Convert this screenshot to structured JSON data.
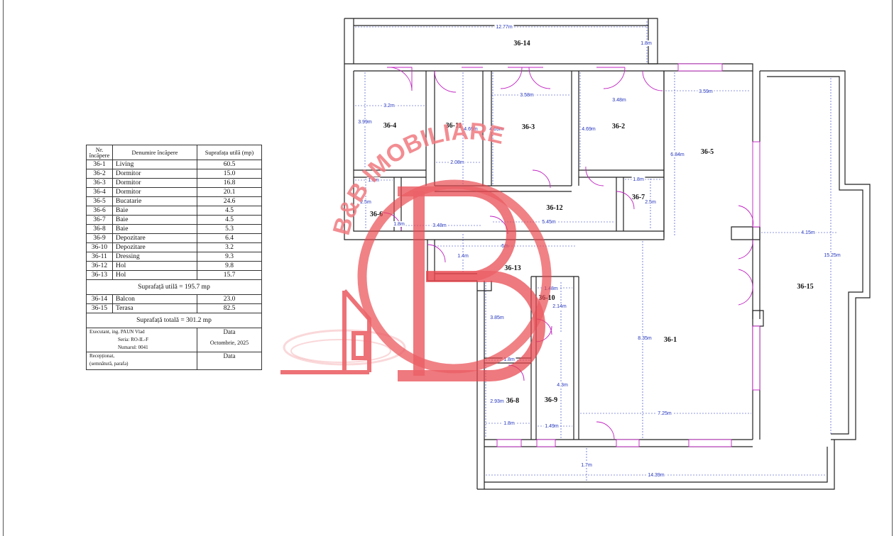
{
  "table": {
    "headers": [
      "Nr. încăpere",
      "Denumire încăpere",
      "Suprafața utilă (mp)"
    ],
    "rows": [
      {
        "id": "36-1",
        "name": "Living",
        "area": "60.5"
      },
      {
        "id": "36-2",
        "name": "Dormitor",
        "area": "15.0"
      },
      {
        "id": "36-3",
        "name": "Dormitor",
        "area": "16.8"
      },
      {
        "id": "36-4",
        "name": "Dormitor",
        "area": "20.1"
      },
      {
        "id": "36-5",
        "name": "Bucatarie",
        "area": "24.6"
      },
      {
        "id": "36-6",
        "name": "Baie",
        "area": "4.5"
      },
      {
        "id": "36-7",
        "name": "Baie",
        "area": "4.5"
      },
      {
        "id": "36-8",
        "name": "Baie",
        "area": "5.3"
      },
      {
        "id": "36-9",
        "name": "Depozitare",
        "area": "6.4"
      },
      {
        "id": "36-10",
        "name": "Depozitare",
        "area": "3.2"
      },
      {
        "id": "36-11",
        "name": "Dressing",
        "area": "9.3"
      },
      {
        "id": "36-12",
        "name": "Hol",
        "area": "9.8"
      },
      {
        "id": "36-13",
        "name": "Hol",
        "area": "15.7"
      }
    ],
    "useful_total": "Suprafață utilă = 195.7 mp",
    "extra_rows": [
      {
        "id": "36-14",
        "name": "Balcon",
        "area": "23.0"
      },
      {
        "id": "36-15",
        "name": "Terasa",
        "area": "82.5"
      }
    ],
    "grand_total": "Suprafață totală = 301.2 mp",
    "executant_line1": "Executant, ing. PAUN Vlad",
    "executant_line2": "Seria: RO-IL-F",
    "executant_line3": "Numarul: 0041",
    "data_label": "Data",
    "data_value": "Octombrie, 2025",
    "receptionat_line1": "Recepționat,",
    "receptionat_line2": "(semnătură, parafa)",
    "data_label_2": "Data"
  },
  "plan": {
    "rooms": [
      "36-14",
      "36-4",
      "36-11",
      "36-3",
      "36-2",
      "36-5",
      "36-6",
      "36-12",
      "36-7",
      "36-13",
      "36-10",
      "36-15",
      "36-1",
      "36-8",
      "36-9"
    ],
    "dimensions": [
      "12.77m",
      "1.8m",
      "3.2m",
      "3.58m",
      "3.48m",
      "3.59m",
      "3.99m",
      "4.69m",
      "4.69m",
      "4.69m",
      "6.84m",
      "2.08m",
      "1.8m",
      "2.5m",
      "1.8m",
      "2.5m",
      "1.8m",
      "3.48m",
      "5.45m",
      "4.15m",
      "6m",
      "1.4m",
      "1.48m",
      "2.14m",
      "3.85m",
      "15.25m",
      "8.35m",
      "1.8m",
      "4.3m",
      "2.93m",
      "7.25m",
      "1.8m",
      "1.49m",
      "1.7m",
      "14.39m"
    ]
  },
  "watermark": {
    "text": "B&B IMOBILIARE",
    "color": "#e8474e"
  }
}
